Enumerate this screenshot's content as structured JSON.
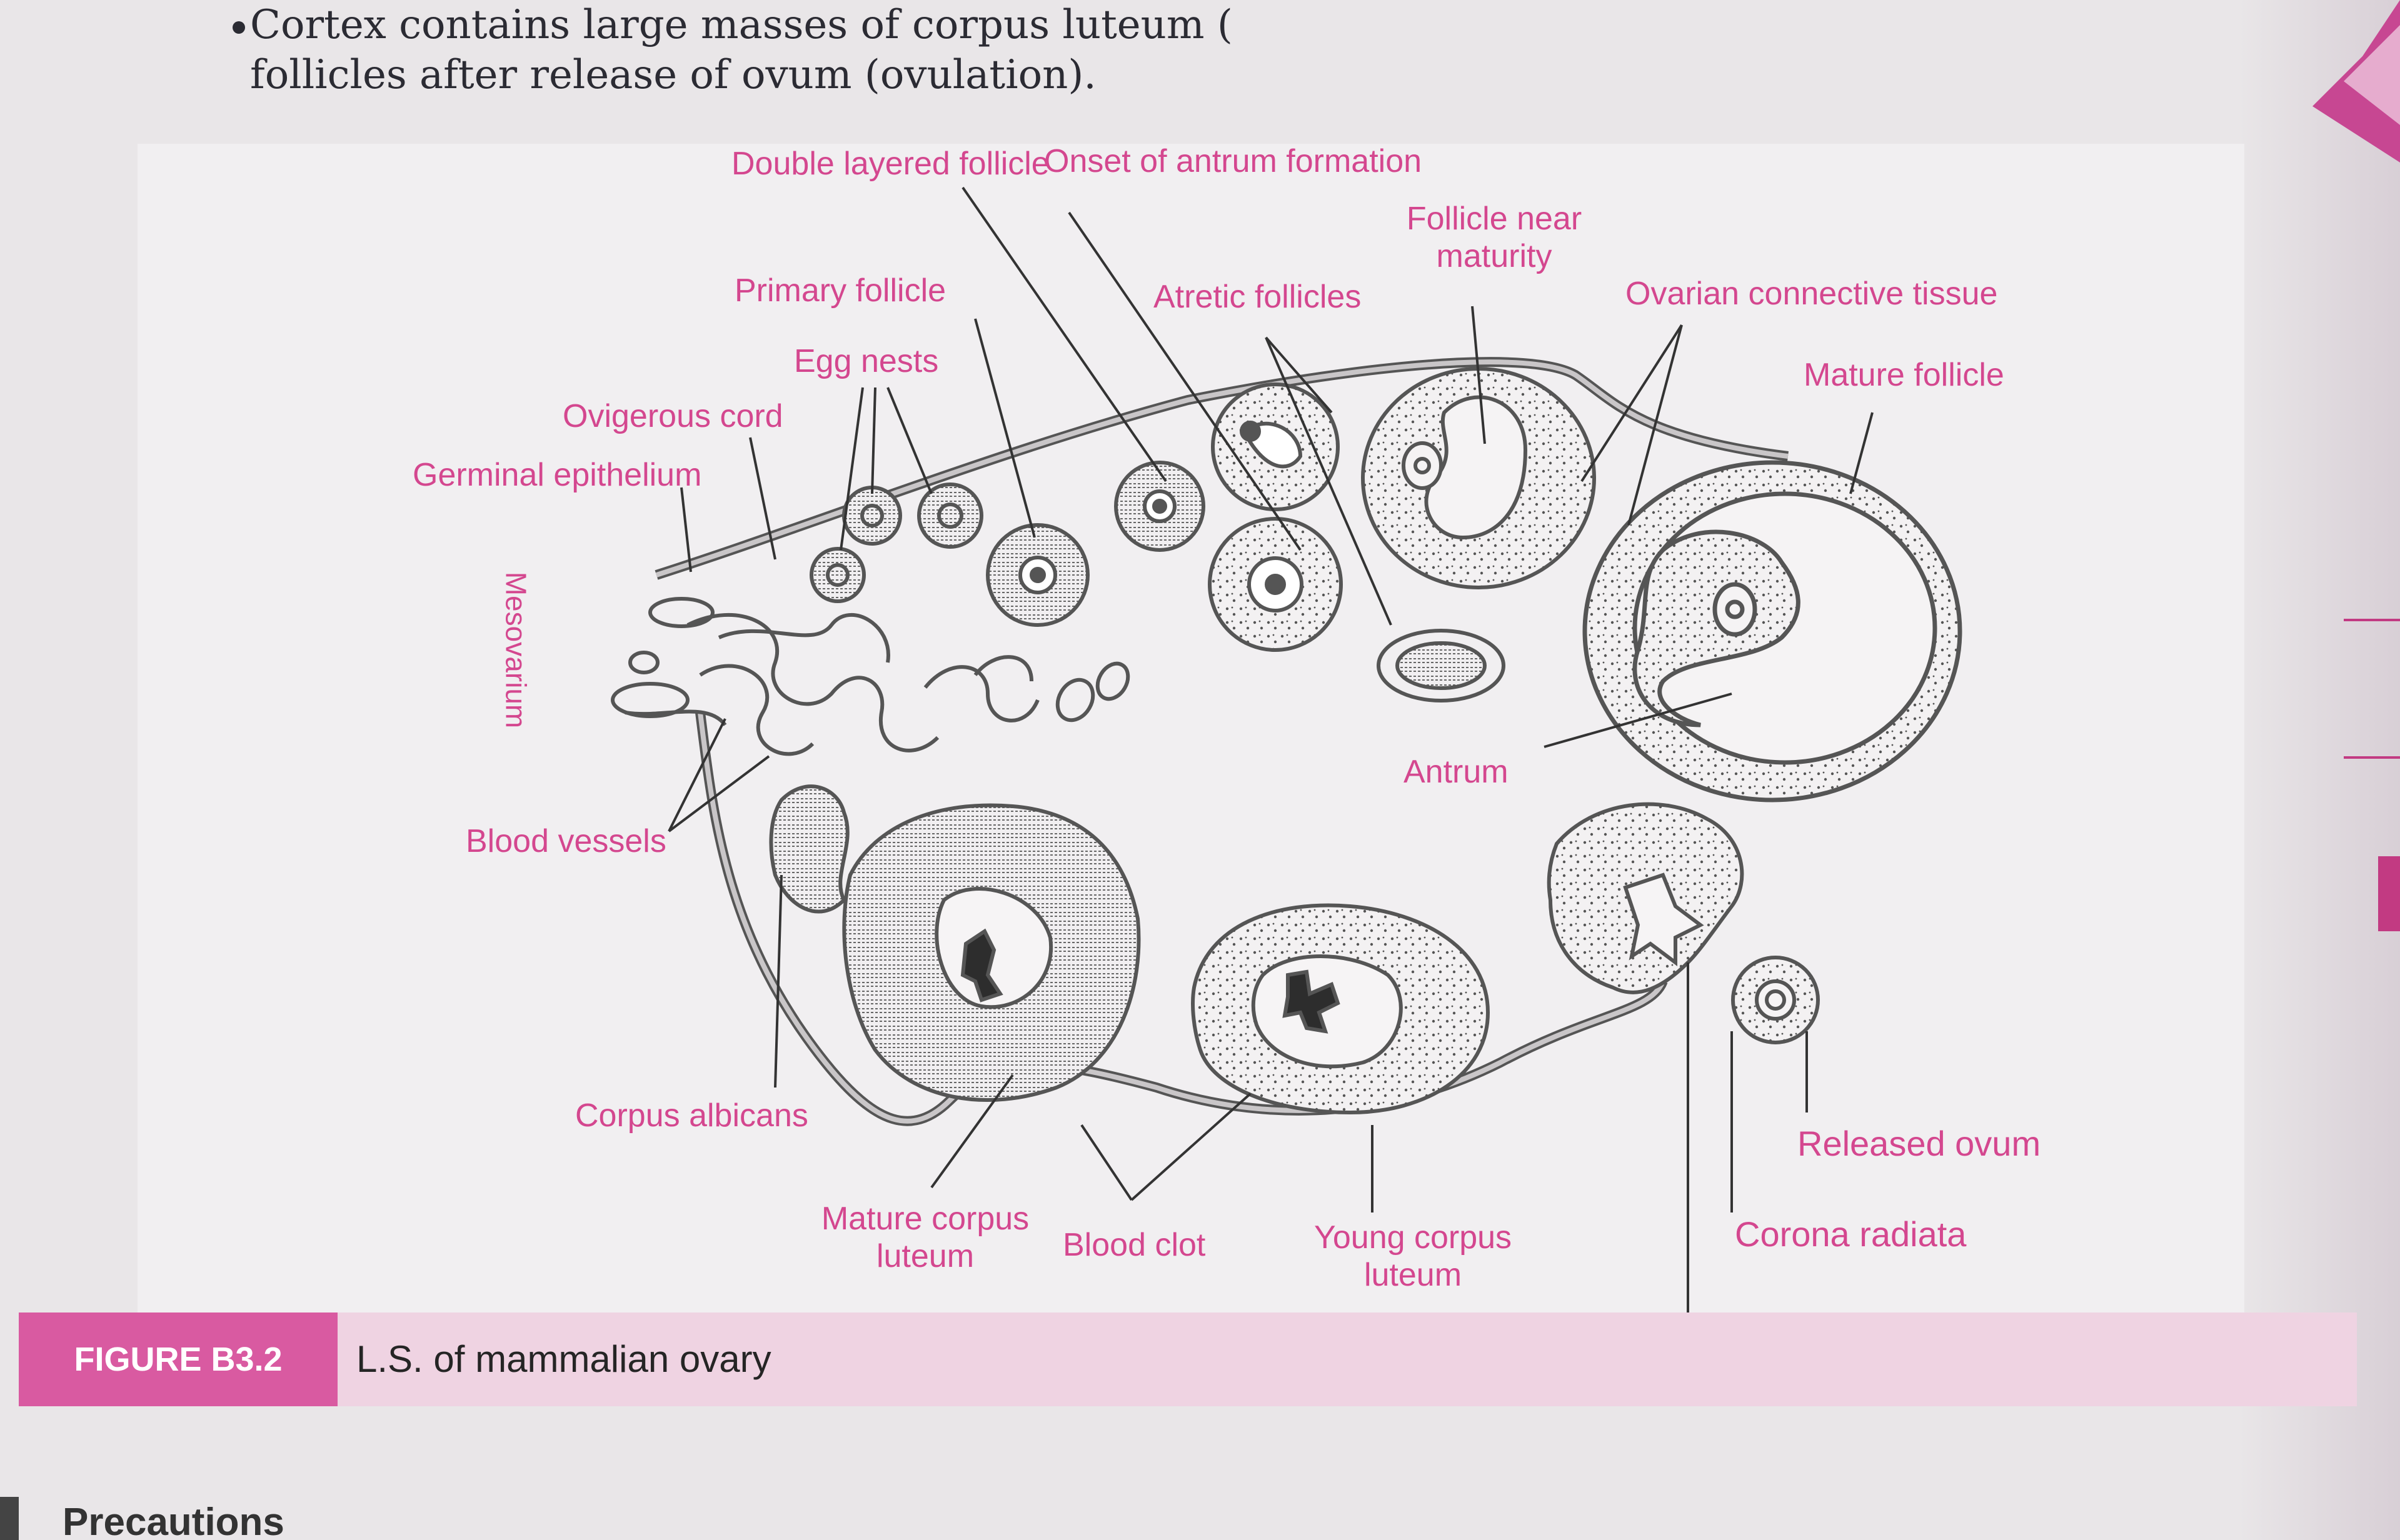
{
  "top_text": {
    "line1": "Cortex contains large masses of corpus luteum (",
    "line2": "follicles after release of ovum (ovulation)."
  },
  "labels": {
    "double_layered_follicle": "Double layered follicle",
    "onset_of_antrum": "Onset of antrum formation",
    "follicle_near_maturity": "Follicle near maturity",
    "primary_follicle": "Primary follicle",
    "atretic_follicles": "Atretic follicles",
    "ovarian_connective_tissue": "Ovarian connective tissue",
    "egg_nests": "Egg nests",
    "mature_follicle": "Mature follicle",
    "ovigerous_cord": "Ovigerous cord",
    "germinal_epithelium": "Germinal epithelium",
    "mesovarium": "Mesovarium",
    "blood_vessels": "Blood vessels",
    "antrum": "Antrum",
    "corpus_albicans": "Corpus albicans",
    "released_ovum": "Released ovum",
    "mature_corpus_luteum": "Mature corpus luteum",
    "blood_clot": "Blood clot",
    "young_corpus_luteum": "Young corpus luteum",
    "corona_radiata": "Corona radiata"
  },
  "caption": {
    "figure_tag": "FIGURE B3.2",
    "title": "L.S. of mammalian ovary"
  },
  "bottom_text": "Precautions",
  "colors": {
    "label_pink": "#d4478f",
    "figure_tag_bg": "#d95aa1",
    "caption_bg": "#efd3e2",
    "outline": "#555555"
  }
}
